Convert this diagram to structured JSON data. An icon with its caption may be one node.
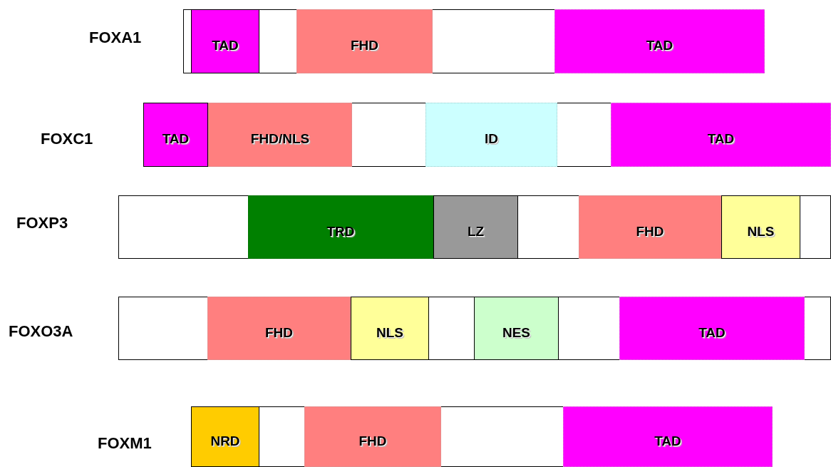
{
  "diagram": {
    "nodes": [
      {
        "text": [
          "FOXA1"
        ]
      },
      {
        "text": [
          "TAD"
        ],
        "in": 0
      },
      {
        "text": [
          "FHD"
        ],
        "in": 0
      },
      {
        "text": [
          "TAD"
        ],
        "in": 0
      },
      {
        "text": [
          "FOXC1"
        ]
      },
      {
        "text": [
          "TAD"
        ],
        "in": 4
      },
      {
        "text": [
          "FHD/NLS"
        ],
        "in": 4
      },
      {
        "text": [
          "ID"
        ],
        "in": 4
      },
      {
        "text": [
          "TAD"
        ],
        "in": 4
      },
      {
        "text": [
          "FOXP3"
        ]
      },
      {
        "text": [
          "TRD"
        ],
        "in": 9
      },
      {
        "text": [
          "LZ"
        ],
        "in": 9
      },
      {
        "text": [
          "FHD"
        ],
        "in": 9
      },
      {
        "text": [
          "NLS"
        ],
        "in": 9
      },
      {
        "text": [
          "FOXO3A"
        ]
      },
      {
        "text": [
          "FHD"
        ],
        "in": 14
      },
      {
        "text": [
          "NLS"
        ],
        "in": 14
      },
      {
        "text": [
          "NES"
        ],
        "in": 14
      },
      {
        "text": [
          "TAD"
        ],
        "in": 14
      },
      {
        "text": [
          "FOXM1"
        ]
      },
      {
        "text": [
          "NRD"
        ],
        "in": 19
      },
      {
        "text": [
          "FHD"
        ],
        "in": 19
      },
      {
        "text": [
          "TAD"
        ],
        "in": 19
      }
    ],
    "edges": []
  }
}
